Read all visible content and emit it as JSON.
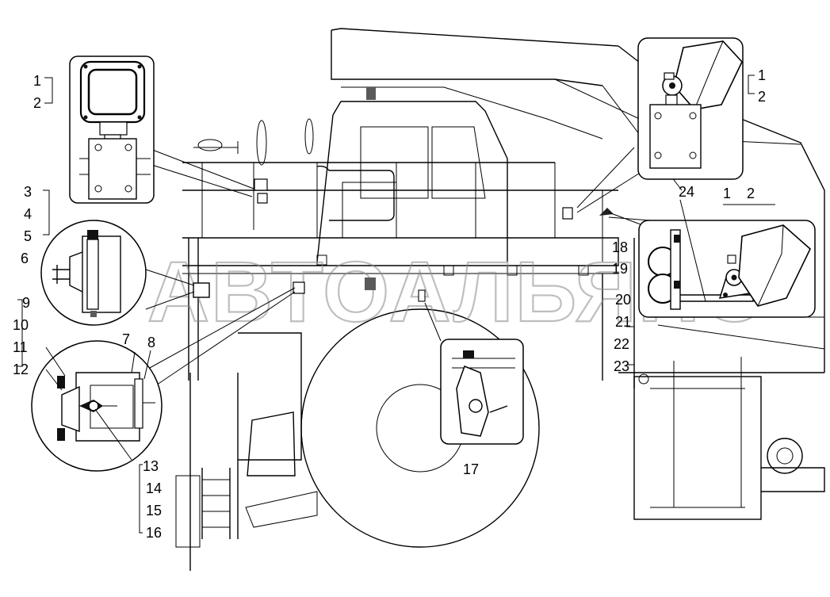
{
  "watermark": "АВТОАЛЬЯНС",
  "callouts": {
    "c1": "1",
    "c2": "2",
    "c3": "3",
    "c4": "4",
    "c5": "5",
    "c6": "6",
    "c7": "7",
    "c8": "8",
    "c9": "9",
    "c10": "10",
    "c11": "11",
    "c12": "12",
    "c13": "13",
    "c14": "14",
    "c15": "15",
    "c16": "16",
    "c17": "17",
    "c18": "18",
    "c19": "19",
    "c20": "20",
    "c21": "21",
    "c22": "22",
    "c23": "23",
    "c24": "24"
  }
}
